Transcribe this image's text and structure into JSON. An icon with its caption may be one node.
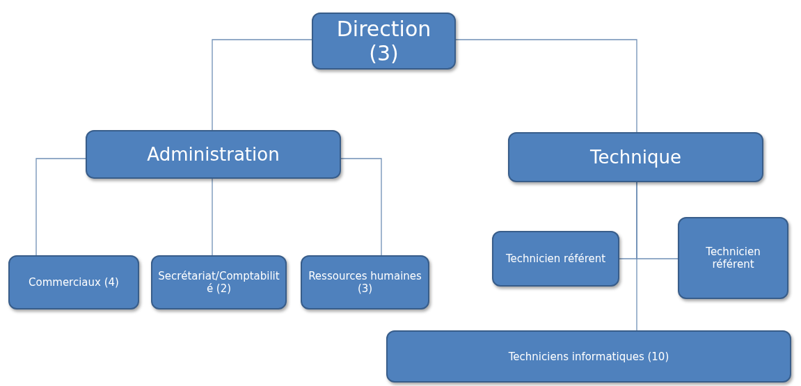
{
  "diagram": {
    "nodes": [
      {
        "text": [
          "Direction (3)"
        ]
      },
      {
        "text": [
          "Administration"
        ]
      },
      {
        "text": [
          "Technique"
        ]
      },
      {
        "text": [
          "Commerciaux (4)"
        ]
      },
      {
        "text": [
          "Secrétariat/Comptabilité (2)"
        ]
      },
      {
        "text": [
          "Ressources humaines (3)"
        ]
      },
      {
        "text": [
          "Technicien référent"
        ]
      },
      {
        "text": [
          "Technicien référent"
        ]
      },
      {
        "text": [
          "Techniciens informatiques (10)"
        ]
      }
    ],
    "edges": [
      {
        "from": 0,
        "to": 1,
        "arrow": "none"
      },
      {
        "from": 0,
        "to": 2,
        "arrow": "none"
      },
      {
        "from": 1,
        "to": 3,
        "arrow": "none"
      },
      {
        "from": 1,
        "to": 4,
        "arrow": "none"
      },
      {
        "from": 1,
        "to": 5,
        "arrow": "none"
      },
      {
        "from": 2,
        "to": 6,
        "arrow": "none"
      },
      {
        "from": 2,
        "to": 7,
        "arrow": "none"
      },
      {
        "from": 2,
        "to": 8,
        "arrow": "none"
      }
    ]
  }
}
